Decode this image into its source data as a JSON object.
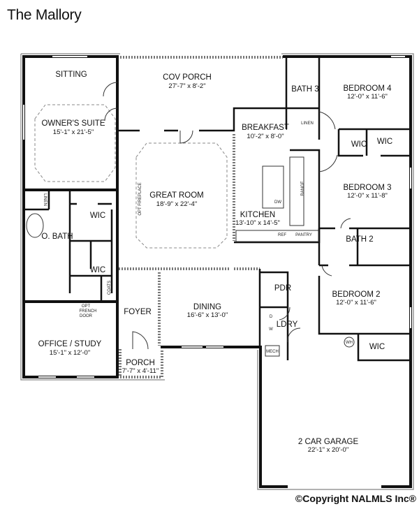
{
  "title": "The Mallory",
  "copyright": "©Copyright NALMLS Inc®",
  "rooms": {
    "sitting": {
      "name": "SITTING"
    },
    "cov_porch": {
      "name": "COV PORCH",
      "dims": "27'-7\" x 8'-2\""
    },
    "owners_suite": {
      "name": "OWNER'S SUITE",
      "dims": "15'-1\" x 21'-5\""
    },
    "great_room": {
      "name": "GREAT ROOM",
      "dims": "18'-9\" x 22'-4\""
    },
    "breakfast": {
      "name": "BREAKFAST",
      "dims": "10'-2\" x 8'-0\""
    },
    "kitchen": {
      "name": "KITCHEN",
      "dims": "13'-10\" x 14'-5\""
    },
    "bath3": {
      "name": "BATH 3"
    },
    "bedroom4": {
      "name": "BEDROOM 4",
      "dims": "12'-0\" x 11'-6\""
    },
    "bedroom3": {
      "name": "BEDROOM 3",
      "dims": "12'-0\" x 11'-8\""
    },
    "bath2": {
      "name": "BATH 2"
    },
    "bedroom2": {
      "name": "BEDROOM 2",
      "dims": "12'-0\" x 11'-6\""
    },
    "obath": {
      "name": "O. BATH"
    },
    "wic_owner1": {
      "name": "WIC"
    },
    "wic_owner2": {
      "name": "WIC"
    },
    "wic_bed4a": {
      "name": "WIC"
    },
    "wic_bed4b": {
      "name": "WIC"
    },
    "wic_bed2": {
      "name": "WIC"
    },
    "foyer": {
      "name": "FOYER"
    },
    "dining": {
      "name": "DINING",
      "dims": "16'-6\" x 13'-0\""
    },
    "office": {
      "name": "OFFICE / STUDY",
      "dims": "15'-1\" x 12'-0\""
    },
    "porch": {
      "name": "PORCH",
      "dims": "7'-7\" x 4'-11\""
    },
    "pdr": {
      "name": "PDR"
    },
    "ldry": {
      "name": "LDRY"
    },
    "garage": {
      "name": "2 CAR GARAGE",
      "dims": "22'-1\" x 20'-0\""
    }
  },
  "fixtures": {
    "linen1": "LINEN",
    "linen2": "LINEN",
    "fireplace": "OPT FIREPLACE",
    "range": "RANGE",
    "dw": "DW",
    "ref": "REF",
    "pantry": "PANTRY",
    "coats": "COATS",
    "french_door": [
      "OPT",
      "FRENCH",
      "DOOR"
    ],
    "washer": "W",
    "dryer": "D",
    "mech": "MECH",
    "wh": "WH"
  }
}
